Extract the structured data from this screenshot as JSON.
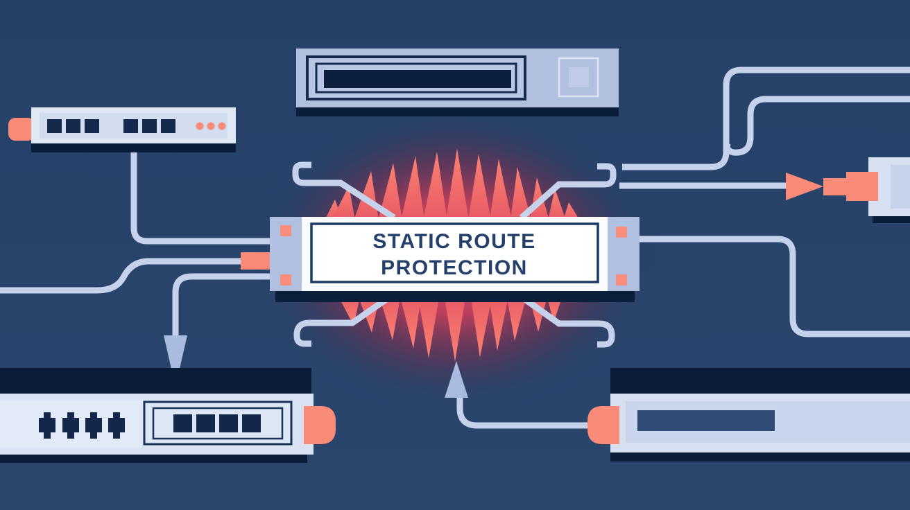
{
  "illustration": {
    "title": {
      "line1": "STATIC ROUTE",
      "line2": "PROTECTION"
    },
    "colors": {
      "background": "#264269",
      "dark_navy": "#0b1e3c",
      "device_light": "#d8e2f2",
      "device_periwinkle": "#b2c0e0",
      "cable": "#c6d2ec",
      "salmon_accent": "#f98b78",
      "burst_red": "#e04a60",
      "burst_salmon": "#fb8172",
      "label_navy": "#24406b",
      "box_white": "#fdfeff"
    },
    "elements": {
      "center_label_box": "static-route-protection-plate",
      "devices": [
        "rack-device-top",
        "switch-top-left",
        "firewall-bottom-left",
        "router-bottom-right",
        "module-right-edge"
      ],
      "connectors": [
        "plug-left-of-plate",
        "plug-bottom-left-device",
        "plug-bottom-right-device",
        "bowtie-connector-right"
      ],
      "arrows": [
        "arrow-down-to-firewall",
        "arrow-up-to-plate"
      ]
    }
  }
}
